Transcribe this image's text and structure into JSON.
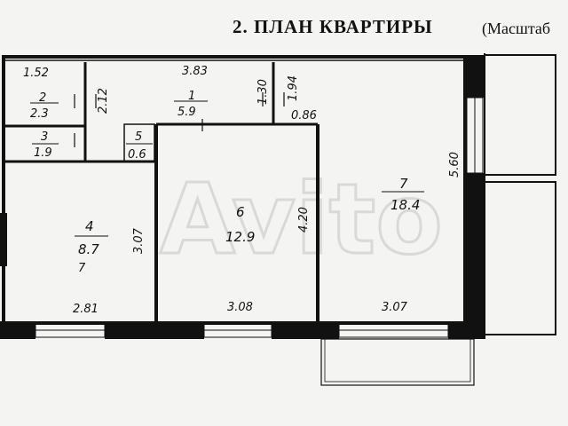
{
  "header": {
    "title": "2. ПЛАН КВАРТИРЫ",
    "subtitle": "(Масштаб"
  },
  "watermark": "Avito",
  "rooms": [
    {
      "id": "1",
      "area": "5.9",
      "dim_a": "3.83",
      "dim_b": "1.30"
    },
    {
      "id": "2",
      "area": "2.3",
      "dim_a": "1.52",
      "dim_b": "2.12"
    },
    {
      "id": "3",
      "area": "1.9"
    },
    {
      "id": "4",
      "area": "8.7",
      "dim_a": "3.07",
      "dim_b": "2.81",
      "extra": "7"
    },
    {
      "id": "5",
      "area": "0.6"
    },
    {
      "id": "6",
      "area": "12.9",
      "dim_a": "4.20",
      "dim_b": "3.08"
    },
    {
      "id": "7",
      "area": "18.4",
      "dim_a": "5.60",
      "dim_b": "3.07"
    }
  ],
  "misc_dims": {
    "d1": "1.94",
    "d2": "0.86"
  }
}
